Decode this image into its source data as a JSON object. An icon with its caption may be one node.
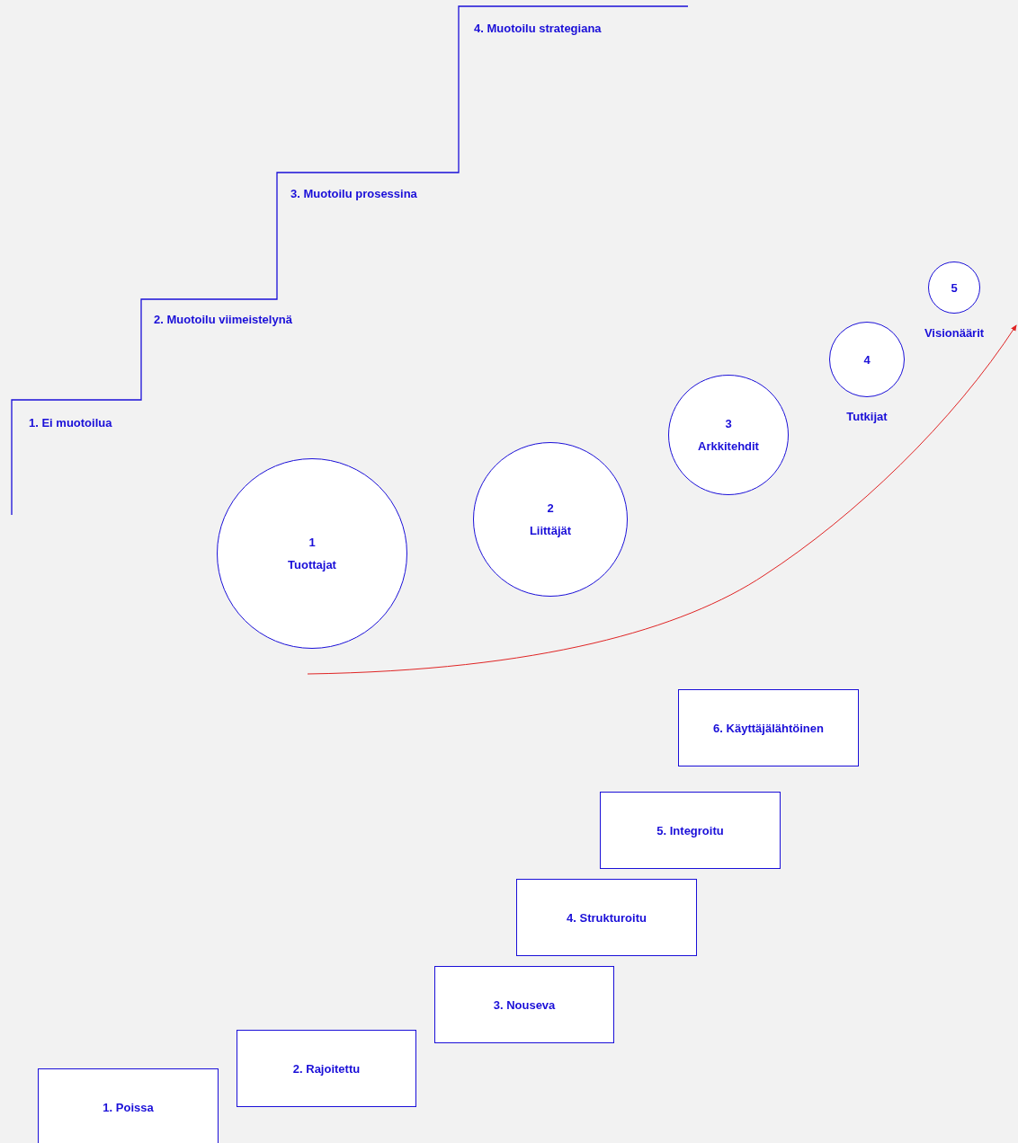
{
  "diagram": {
    "nodes": [
      {
        "text": [
          "1",
          "Tuottajat"
        ]
      },
      {
        "text": [
          "2",
          "Liittäjät"
        ]
      },
      {
        "text": [
          "3",
          "Arkkitehdit"
        ]
      },
      {
        "text": [
          "4",
          "Tutkijat"
        ]
      },
      {
        "text": [
          "5",
          "Visionäärit"
        ]
      },
      {
        "text": [
          "6. Käyttäjälähtöinen"
        ]
      },
      {
        "text": [
          "5. Integroitu"
        ]
      },
      {
        "text": [
          "4. Strukturoitu"
        ]
      },
      {
        "text": [
          "3. Nouseva"
        ]
      },
      {
        "text": [
          "2. Rajoitettu"
        ]
      },
      {
        "text": [
          "1. Poissa"
        ]
      }
    ],
    "edges": [],
    "labels": [
      "4. Muotoilu strategiana",
      "3. Muotoilu prosessina",
      "2. Muotoilu viimeistelynä",
      "1. Ei muotoilua"
    ]
  }
}
